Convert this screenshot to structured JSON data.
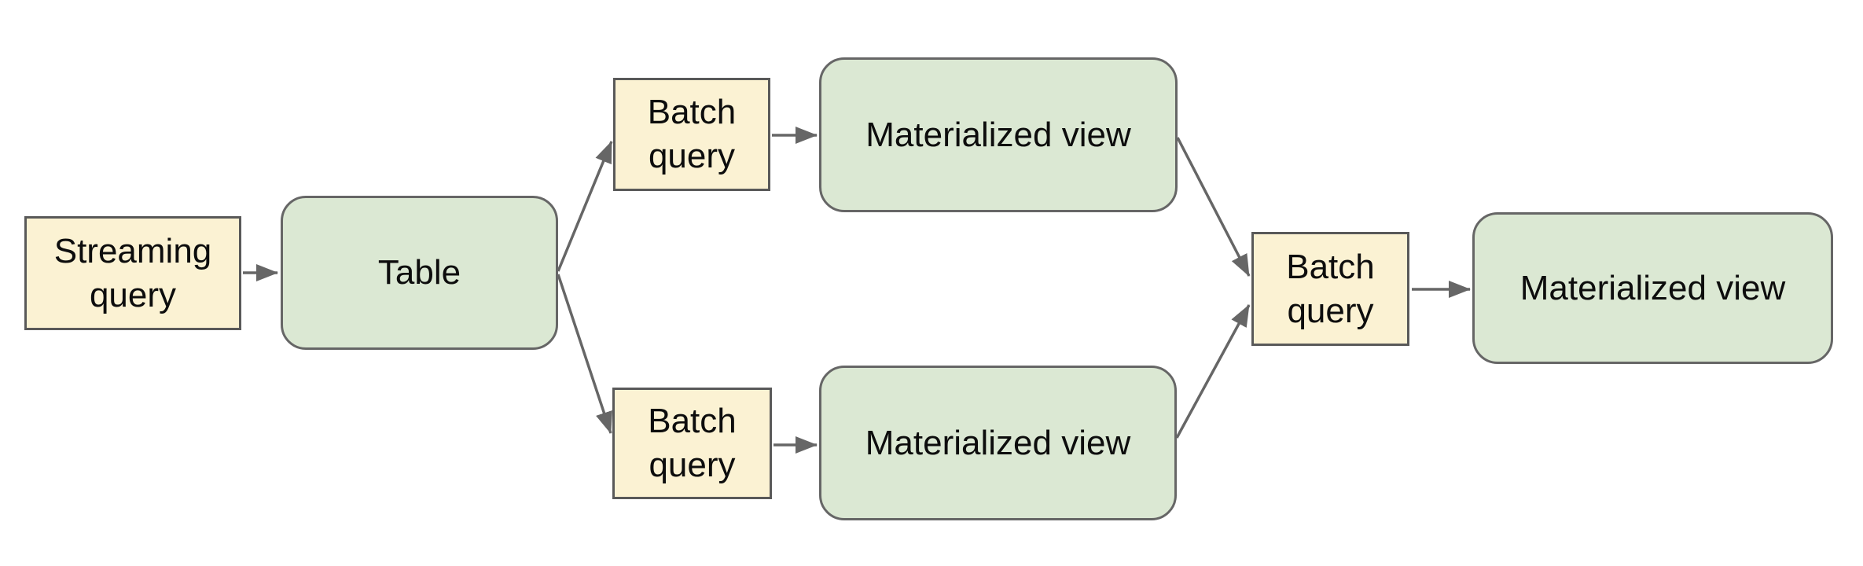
{
  "diagram": {
    "colors": {
      "background": "#ffffff",
      "query-fill": "#fbf2d3",
      "query-border": "#595959",
      "entity-fill": "#dbe8d3",
      "entity-border": "#666666",
      "arrow": "#666666",
      "text": "#0d0d0d"
    },
    "nodes": [
      {
        "id": "streaming-query",
        "label": "Streaming query",
        "kind": "query"
      },
      {
        "id": "table",
        "label": "Table",
        "kind": "entity"
      },
      {
        "id": "batch-query-top",
        "label": "Batch query",
        "kind": "query"
      },
      {
        "id": "materialized-view-top",
        "label": "Materialized view",
        "kind": "entity"
      },
      {
        "id": "batch-query-bottom",
        "label": "Batch query",
        "kind": "query"
      },
      {
        "id": "materialized-view-bottom",
        "label": "Materialized view",
        "kind": "entity"
      },
      {
        "id": "batch-query-merge",
        "label": "Batch query",
        "kind": "query"
      },
      {
        "id": "materialized-view-final",
        "label": "Materialized view",
        "kind": "entity"
      }
    ],
    "edges": [
      {
        "from": "streaming-query",
        "to": "table"
      },
      {
        "from": "table",
        "to": "batch-query-top"
      },
      {
        "from": "table",
        "to": "batch-query-bottom"
      },
      {
        "from": "batch-query-top",
        "to": "materialized-view-top"
      },
      {
        "from": "batch-query-bottom",
        "to": "materialized-view-bottom"
      },
      {
        "from": "materialized-view-top",
        "to": "batch-query-merge"
      },
      {
        "from": "materialized-view-bottom",
        "to": "batch-query-merge"
      },
      {
        "from": "batch-query-merge",
        "to": "materialized-view-final"
      }
    ]
  }
}
